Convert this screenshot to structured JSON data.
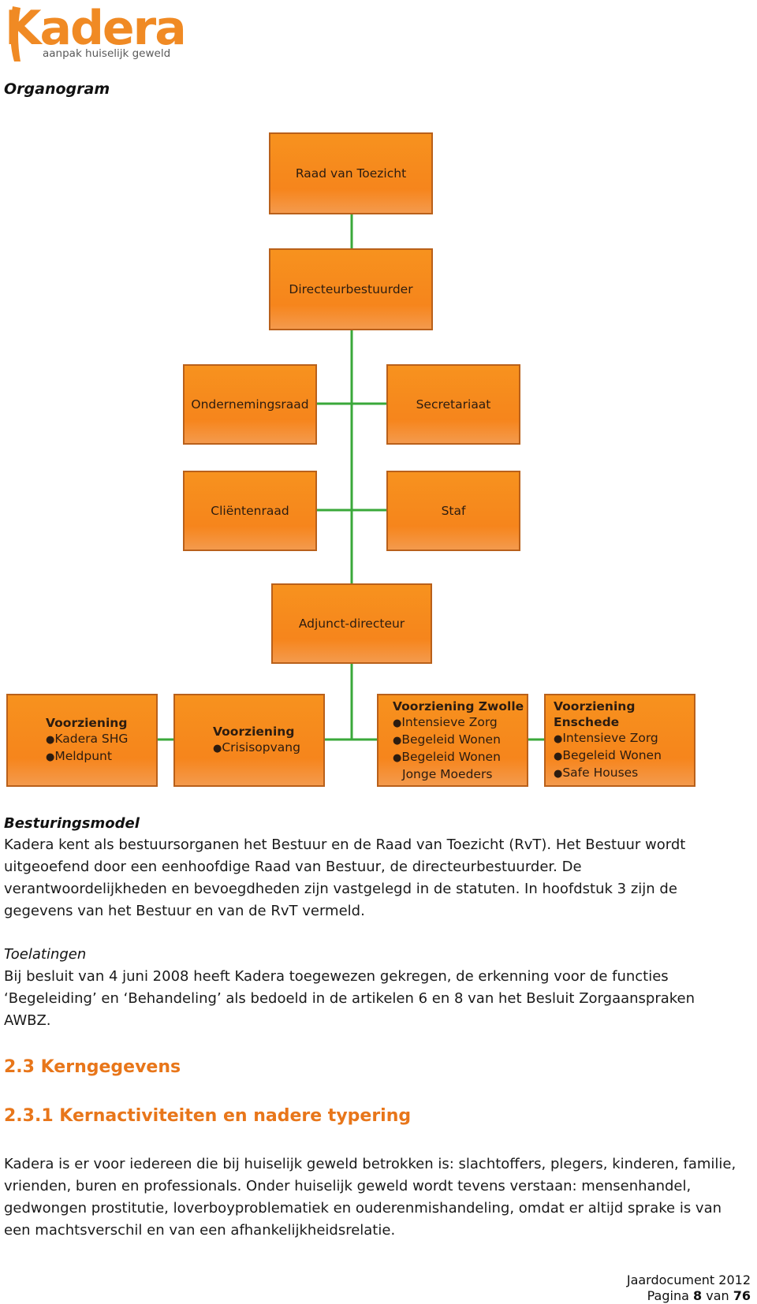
{
  "logo": {
    "wordmark": "Kadera",
    "tagline": "aanpak huiselijk geweld"
  },
  "organogram": {
    "heading": "Organogram",
    "raad": "Raad van Toezicht",
    "directeur": "Directeurbestuurder",
    "ondernemingsraad": "Ondernemingsraad",
    "secretariaat": "Secretariaat",
    "clientenraad": "Cliëntenraad",
    "staf": "Staf",
    "adjunct": "Adjunct-directeur",
    "voorzieningen": [
      {
        "title": "Voorziening",
        "items": [
          "Kadera SHG",
          "Meldpunt"
        ]
      },
      {
        "title": "Voorziening",
        "items": [
          "Crisisopvang"
        ]
      },
      {
        "title": "Voorziening Zwolle",
        "items": [
          "Intensieve Zorg",
          "Begeleid Wonen",
          "Begeleid Wonen"
        ],
        "extra": "Jonge Moeders"
      },
      {
        "title": "Voorziening Enschede",
        "items": [
          "Intensieve Zorg",
          "Begeleid Wonen",
          "Safe Houses"
        ]
      }
    ]
  },
  "besturingsmodel": {
    "heading": "Besturingsmodel",
    "text": "Kadera kent als bestuursorganen het Bestuur en de Raad van Toezicht (RvT). Het Bestuur wordt uitgeoefend door een eenhoofdige Raad van Bestuur, de directeurbestuurder. De verantwoordelijkheden en bevoegdheden zijn vastgelegd in de statuten. In hoofdstuk 3 zijn de gegevens van het Bestuur en van de RvT vermeld."
  },
  "toelatingen": {
    "heading": "Toelatingen",
    "text": "Bij besluit van 4 juni 2008 heeft Kadera toegewezen gekregen, de erkenning voor de functies ‘Begeleiding’ en ‘Behandeling’ als bedoeld in de artikelen 6 en 8 van het Besluit Zorgaanspraken AWBZ."
  },
  "section": {
    "h2": "2.3 Kerngegevens",
    "h3": "2.3.1 Kernactiviteiten en nadere typering",
    "text": "Kadera is er voor iedereen die bij huiselijk geweld betrokken is: slachtoffers, plegers, kinderen, familie, vrienden, buren en professionals. Onder huiselijk geweld wordt tevens verstaan: mensenhandel, gedwongen prostitutie, loverboyproblematiek en ouderenmishandeling, omdat er altijd sprake is van een machtsverschil en van een afhankelijkheidsrelatie."
  },
  "footer": {
    "doc": "Jaardocument 2012",
    "page_prefix": "Pagina",
    "page": "8",
    "of": "van",
    "total": "76"
  },
  "colors": {
    "box": "#f7921e",
    "border": "#b9601a",
    "connector": "#3aa83a",
    "heading": "#e8761a"
  }
}
